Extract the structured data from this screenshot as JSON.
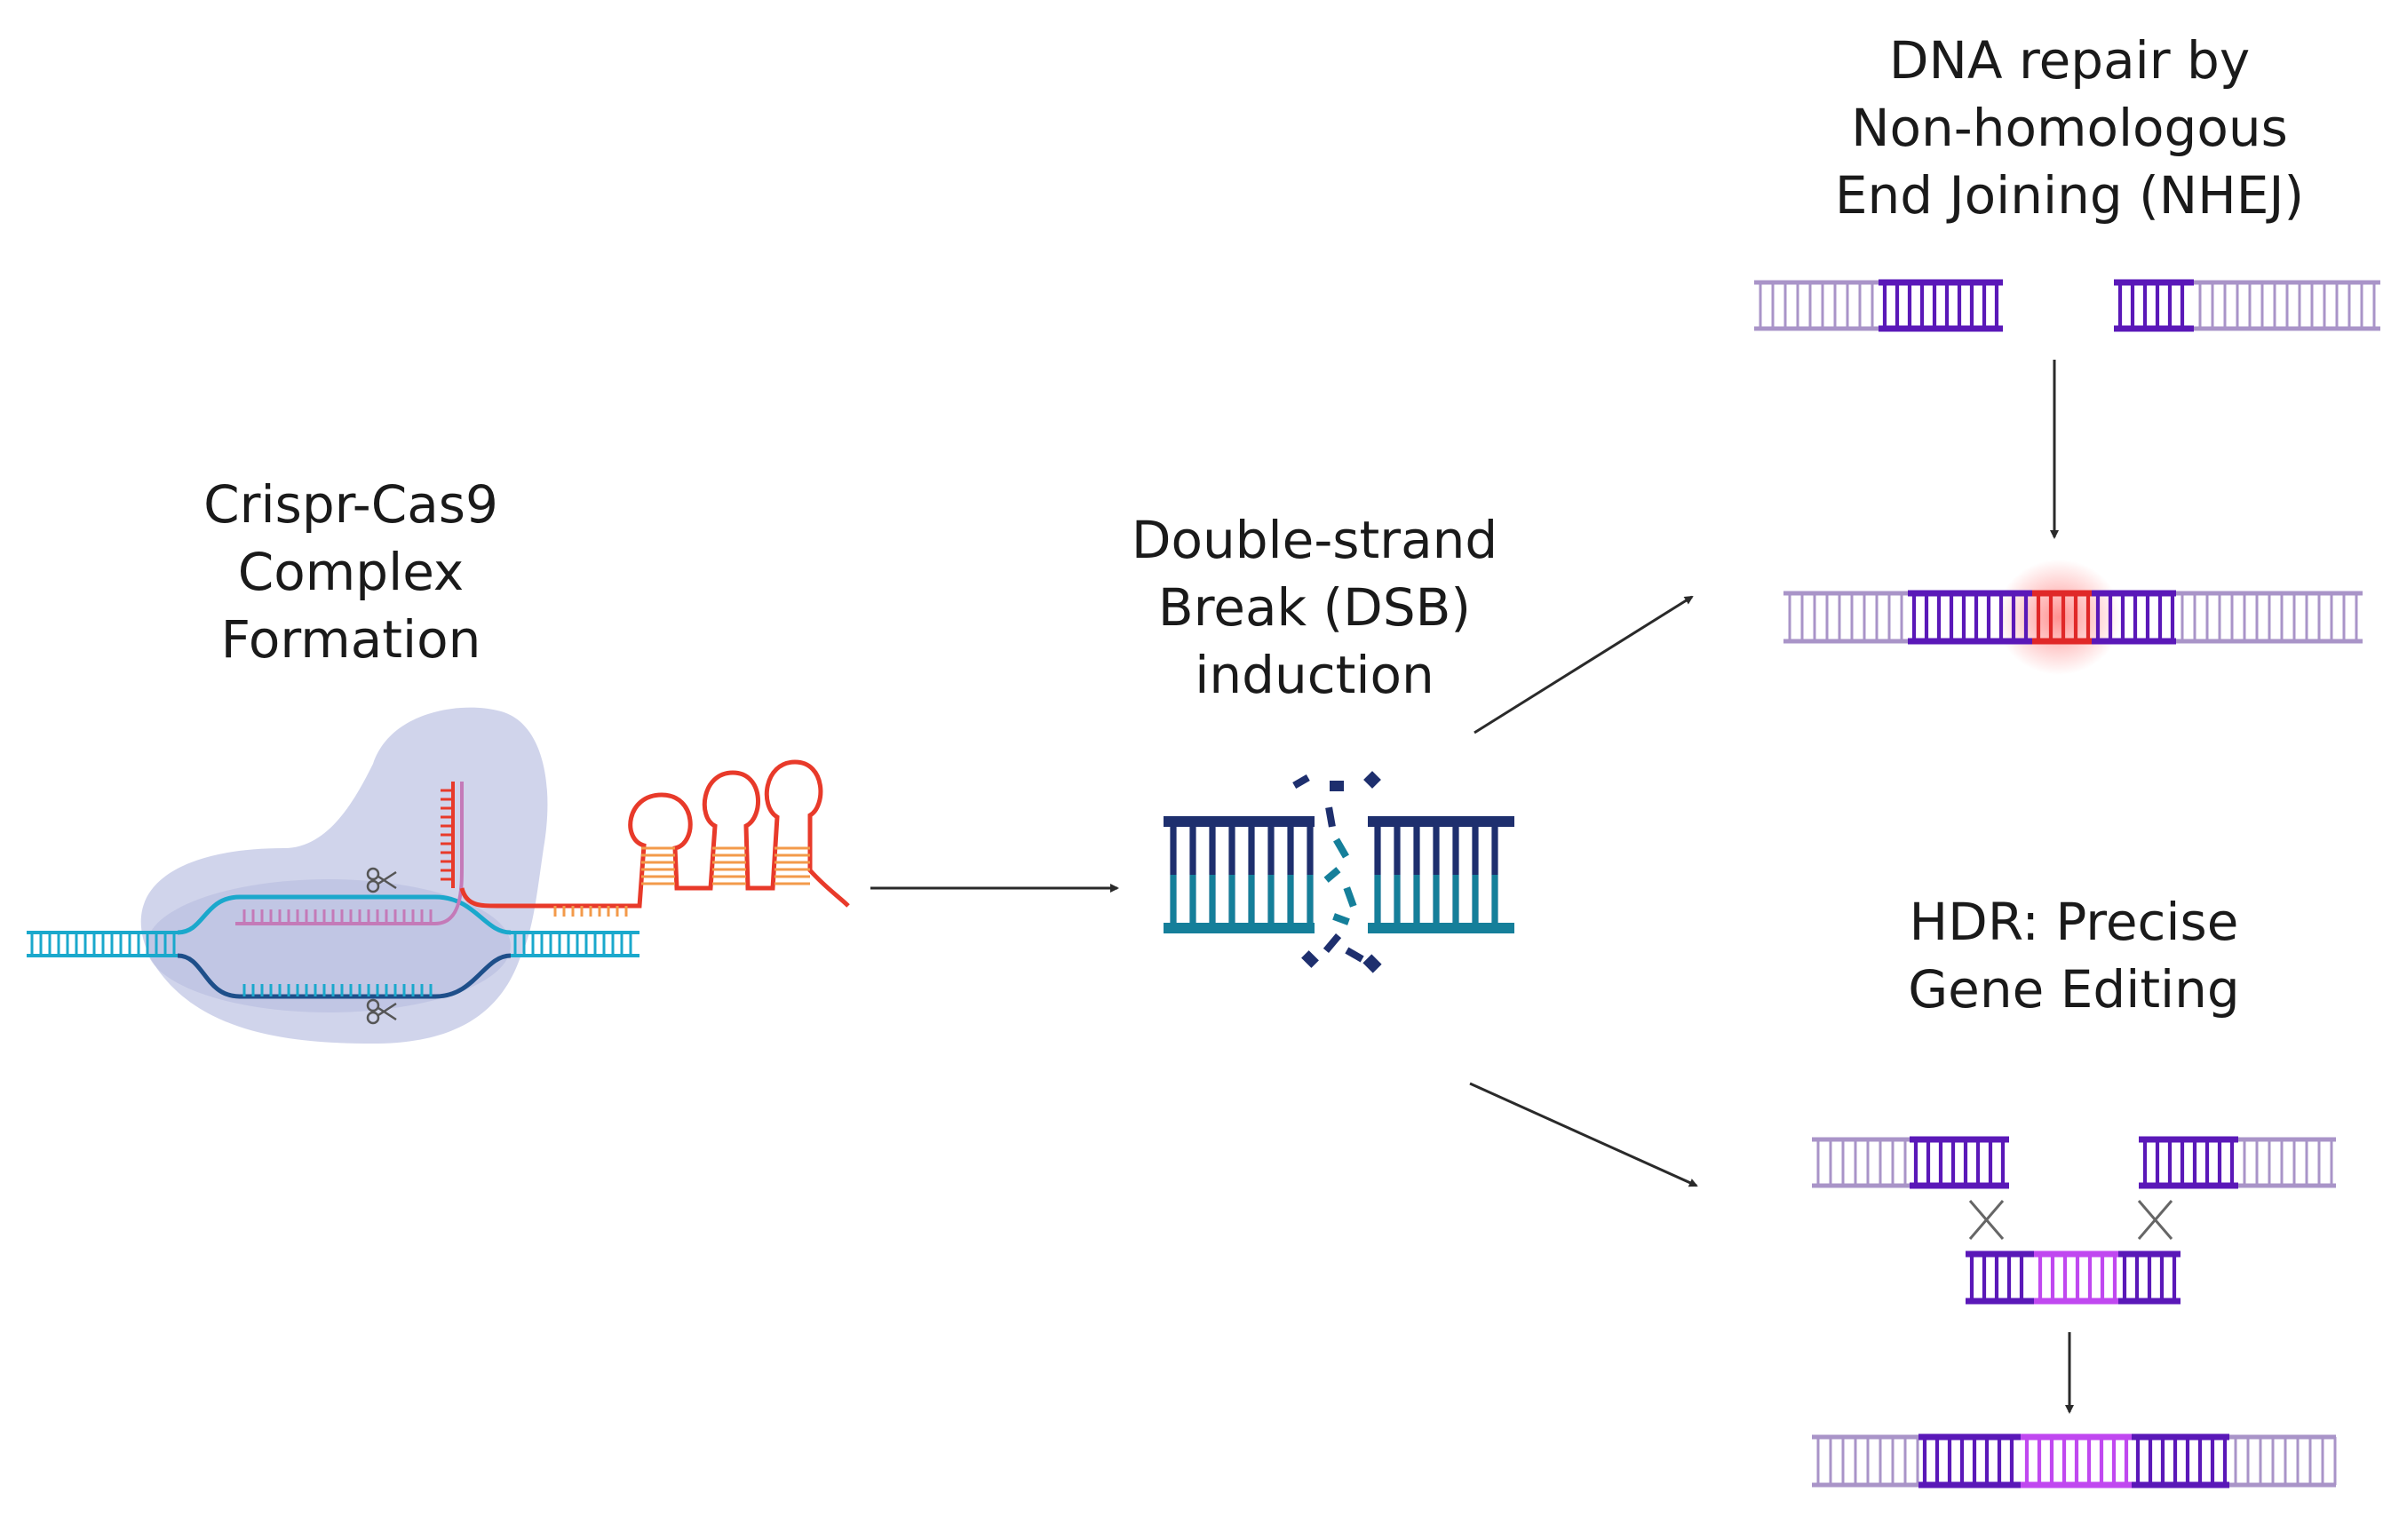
{
  "labels": {
    "complex": [
      "Crispr-Cas9",
      "Complex",
      "Formation"
    ],
    "dsb": [
      "Double-strand",
      "Break (DSB)",
      "induction"
    ],
    "nhej": [
      "DNA repair by",
      "Non-homologous",
      "End Joining (NHEJ)"
    ],
    "hdr": [
      "HDR: Precise",
      "Gene Editing"
    ]
  },
  "colors": {
    "light_purple": "#a994c8",
    "dark_purple": "#5a18b8",
    "magenta": "#c048f0",
    "red_edit": "#e02828",
    "cyan": "#1aa8cc",
    "navy": "#1e2f6e",
    "teal": "#157f9a",
    "guide_red": "#e83a2a",
    "pink_rna": "#c47ab8",
    "cas9_fill": "#c8cde8",
    "arrow": "#2a2a2a"
  }
}
